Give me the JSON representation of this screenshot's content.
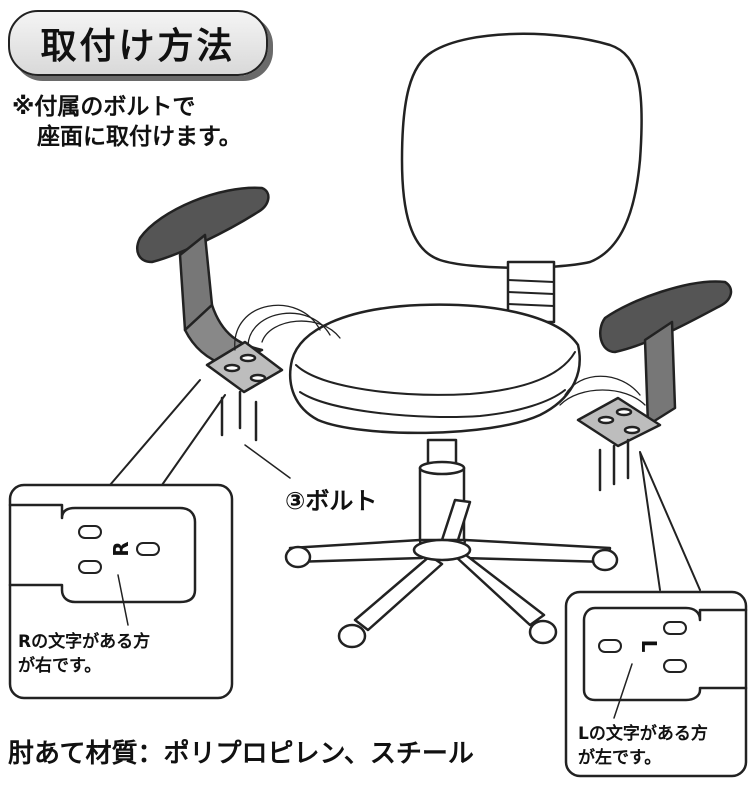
{
  "title": "取付け方法",
  "note": {
    "line1": "※付属のボルトで",
    "line2": "座面に取付けます。"
  },
  "bolt_label": "③ボルト",
  "callout_right": {
    "mark": "R",
    "text_line1": "Rの文字がある方",
    "text_line2": "が右です。"
  },
  "callout_left": {
    "mark": "L",
    "text_line1": "Lの文字がある方",
    "text_line2": "が左です。"
  },
  "material": "肘あて材質：ポリプロピレン、スチール",
  "colors": {
    "armrest_pad": "#555555",
    "line": "#222222",
    "bracket": "#bdbdbd"
  }
}
